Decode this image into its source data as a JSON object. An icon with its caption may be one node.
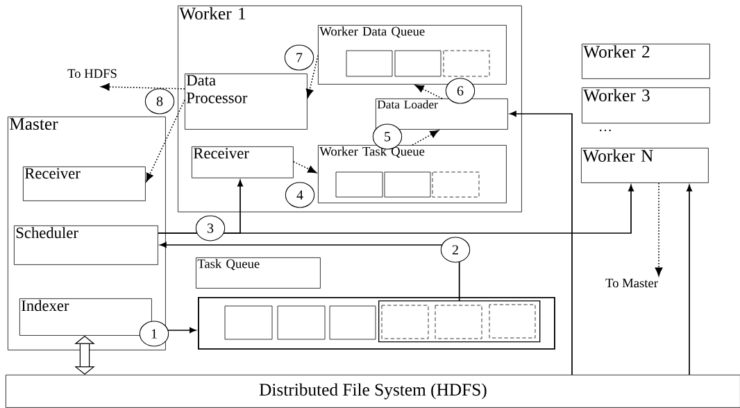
{
  "diagram": {
    "nodes": [
      {
        "text": [
          "Worker 1"
        ]
      },
      {
        "text": [
          "Worker Data Queue"
        ],
        "in": 0
      },
      {
        "text": [
          "Data Processor"
        ],
        "in": 0
      },
      {
        "text": [
          "Data Loader"
        ],
        "in": 0
      },
      {
        "text": [
          "Receiver"
        ],
        "in": 0
      },
      {
        "text": [
          "Worker Task Queue"
        ],
        "in": 0
      },
      {
        "text": [
          "Worker 2"
        ]
      },
      {
        "text": [
          "Worker 3"
        ]
      },
      {
        "text": [
          "Worker N"
        ]
      },
      {
        "text": [
          "Master"
        ]
      },
      {
        "text": [
          "Receiver"
        ],
        "in": 9
      },
      {
        "text": [
          "Scheduler"
        ],
        "in": 9
      },
      {
        "text": [
          "Indexer"
        ],
        "in": 9
      },
      {
        "text": [
          "Task Queue"
        ]
      },
      {
        "text": [],
        "shape": "box"
      },
      {
        "text": [],
        "shape": "box",
        "in": 14
      },
      {
        "text": [
          "Distributed File System (HDFS)"
        ]
      },
      {
        "text": [
          "To HDFS"
        ]
      },
      {
        "text": [
          "To Master"
        ]
      }
    ],
    "edges": [
      {
        "from": 12,
        "to": 14,
        "arrow": "to",
        "label": "1"
      },
      {
        "from": 15,
        "to": 11,
        "arrow": "to",
        "label": "2"
      },
      {
        "from": 11,
        "to": 4,
        "arrow": "to",
        "label": "3"
      },
      {
        "from": 11,
        "to": 8,
        "arrow": "to"
      },
      {
        "from": 4,
        "to": 5,
        "arrow": "to",
        "label": "4",
        "style": "dashed"
      },
      {
        "from": 5,
        "to": 3,
        "arrow": "to",
        "label": "5",
        "style": "dashed"
      },
      {
        "from": 3,
        "to": 1,
        "arrow": "to",
        "label": "6",
        "style": "dashed"
      },
      {
        "from": 1,
        "to": 2,
        "arrow": "to",
        "label": "7",
        "style": "dashed"
      },
      {
        "from": 2,
        "to": 17,
        "arrow": "to",
        "label": "8",
        "style": "dashed"
      },
      {
        "from": 2,
        "to": 10,
        "arrow": "to",
        "style": "dashed"
      },
      {
        "from": 16,
        "to": 3,
        "arrow": "to"
      },
      {
        "from": 16,
        "to": 8,
        "arrow": "to"
      },
      {
        "from": 8,
        "to": 18,
        "arrow": "to",
        "style": "dashed"
      },
      {
        "from": 12,
        "to": 16,
        "arrow": "both",
        "style": "thick"
      }
    ],
    "labels": [
      "…"
    ]
  }
}
